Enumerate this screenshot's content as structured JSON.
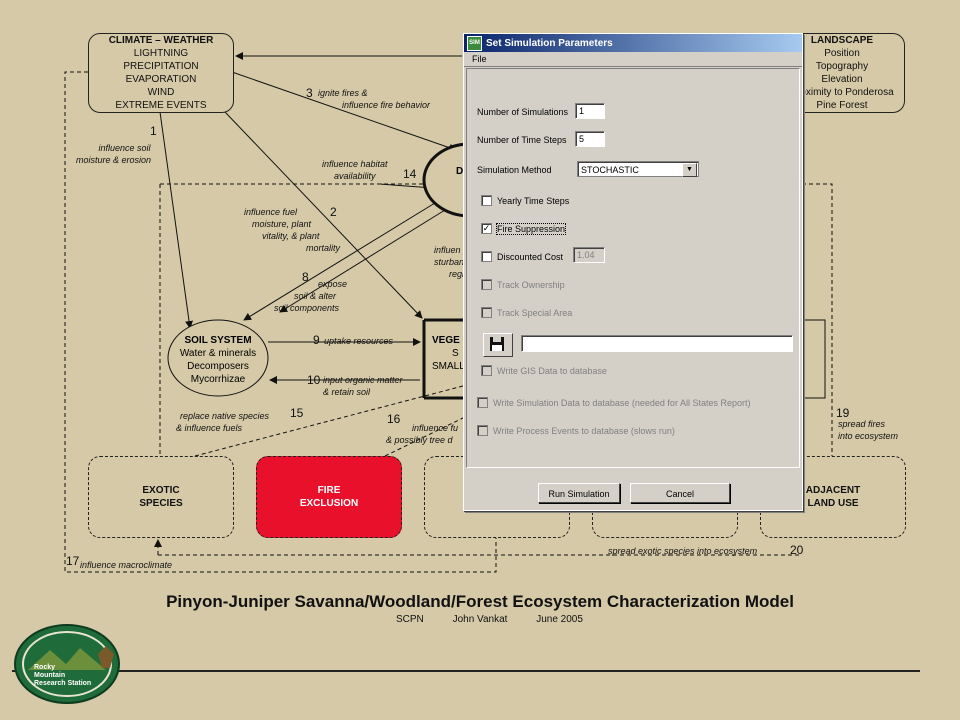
{
  "diagram": {
    "climate": {
      "title": "CLIMATE – WEATHER",
      "lines": [
        "LIGHTNING",
        "PRECIPITATION",
        "EVAPORATION",
        "WIND",
        "EXTREME EVENTS"
      ]
    },
    "landscape": {
      "title": "LANDSCAPE",
      "lines": [
        "Position",
        "Topography",
        "Elevation",
        "Proximity to Ponderosa",
        "Pine Forest"
      ]
    },
    "soil": {
      "title": "SOIL SYSTEM",
      "lines": [
        "Water & minerals",
        "Decomposers",
        "Mycorrhizae"
      ]
    },
    "vegetation": {
      "title": "VEGE",
      "line1": "S",
      "line2": "SMALL"
    },
    "disturbance": {
      "title": "D"
    },
    "exotic": {
      "line1": "EXOTIC",
      "line2": "SPECIES"
    },
    "fire_exclusion": {
      "line1": "FIRE",
      "line2": "EXCLUSION",
      "color": "#e8102a"
    },
    "adjacent": {
      "line1": "ADJACENT",
      "line2": "LAND USE"
    },
    "notes": {
      "n1": "influence soil",
      "n1b": "moisture & erosion",
      "n3": "ignite fires &",
      "n3b": "influence fire behavior",
      "n14": "influence habitat",
      "n14b": "availability",
      "n2": "influence fuel",
      "n2b": "moisture, plant",
      "n2c": "vitality, & plant",
      "n2d": "mortality",
      "ninf": "influen",
      "ninfb": "disturban",
      "ninfc": "regi",
      "n8": "expose",
      "n8b": "soil & alter",
      "n8c": "soil components",
      "n9": "uptake resources",
      "n10": "input organic matter",
      "n10b": "& retain soil",
      "n15": "replace native species",
      "n15b": "& influence fuels",
      "n16": "influence fu",
      "n16b": "& possibly tree d",
      "n19": "spread fires",
      "n19b": "into ecosystem",
      "n20": "spread exotic species into ecosystem",
      "n17": "influence macroclimate"
    },
    "numbers": {
      "a1": "1",
      "a2": "2",
      "a3": "3",
      "a8": "8",
      "a9": "9",
      "a10": "10",
      "a14": "14",
      "a15": "15",
      "a16": "16",
      "a17": "17",
      "a19": "19",
      "a20": "20"
    }
  },
  "footer": {
    "title": "Pinyon-Juniper Savanna/Woodland/Forest Ecosystem Characterization Model",
    "org": "SCPN",
    "author": "John Vankat",
    "date": "June 2005",
    "logo_lines": [
      "Rocky",
      "Mountain",
      "Research Station"
    ]
  },
  "dialog": {
    "title": "Set Simulation Parameters",
    "app_icon": "SIM",
    "menu_file": "File",
    "num_sim_label": "Number of Simulations",
    "num_sim_value": "1",
    "num_steps_label": "Number of Time Steps",
    "num_steps_value": "5",
    "method_label": "Simulation Method",
    "method_value": "STOCHASTIC",
    "yearly": "Yearly Time Steps",
    "fire": "Fire Suppression",
    "discount": "Discounted Cost",
    "discount_value": "1.04",
    "ownership": "Track Ownership",
    "special": "Track Special Area",
    "gis": "Write GIS Data to database",
    "simdata": "Write Simulation Data to database (needed for All States Report)",
    "process": "Write Process Events to database (slows run)",
    "run": "Run Simulation",
    "cancel": "Cancel",
    "checked_mark": "✓"
  }
}
